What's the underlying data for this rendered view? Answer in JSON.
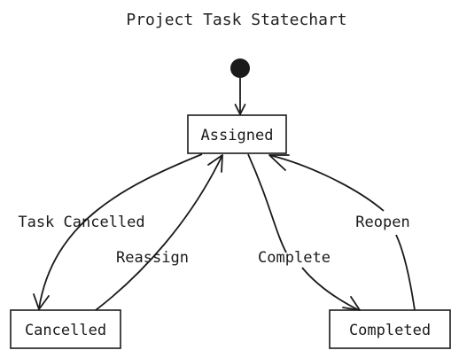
{
  "diagram": {
    "title": "Project Task Statechart",
    "states": {
      "assigned": "Assigned",
      "cancelled": "Cancelled",
      "completed": "Completed"
    },
    "transitions": {
      "task_cancelled": "Task Cancelled",
      "reassign": "Reassign",
      "complete": "Complete",
      "reopen": "Reopen"
    },
    "colors": {
      "ink": "#1a1a1a",
      "background": "#ffffff"
    }
  }
}
